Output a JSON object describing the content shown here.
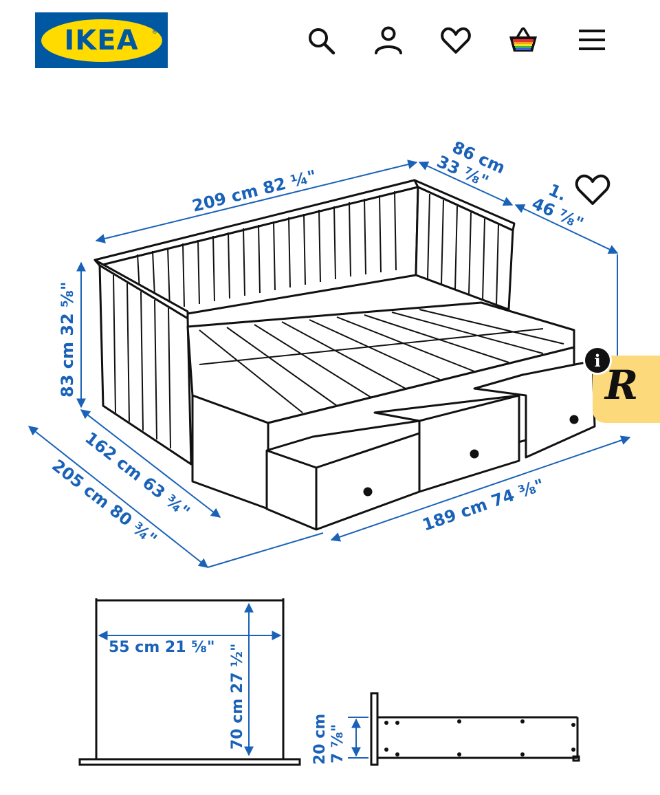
{
  "header": {
    "logo_text": "IKEA",
    "logo_registered": "®",
    "icons": [
      "search-icon",
      "user-icon",
      "heart-icon",
      "basket-icon",
      "menu-icon"
    ]
  },
  "dimensions": {
    "length": "209 cm 82 ¼\"",
    "depth_cm": "86 cm",
    "depth_in": "33 ⅞\"",
    "side_partial_top": "1.",
    "side_partial_bottom": "46 ⅞\"",
    "height": "83 cm 32 ⅝\"",
    "width_closed": "162 cm 63 ¾\"",
    "width_open": "205 cm 80 ¾\"",
    "drawer_span": "189 cm 74 ⅜\"",
    "drawer_width": "55 cm 21 ⅝\"",
    "drawer_depth": "70 cm 27 ½\"",
    "drawer_height_cm": "20 cm",
    "drawer_height_in": "7 ⅞\""
  },
  "extension": {
    "letter": "R",
    "info_glyph": "i"
  },
  "colors": {
    "ikea_blue": "#0058a3",
    "ikea_yellow": "#ffdb00",
    "dimension_blue": "#1a62b8",
    "line": "#111111",
    "extension_bg": "#fcd97a"
  }
}
